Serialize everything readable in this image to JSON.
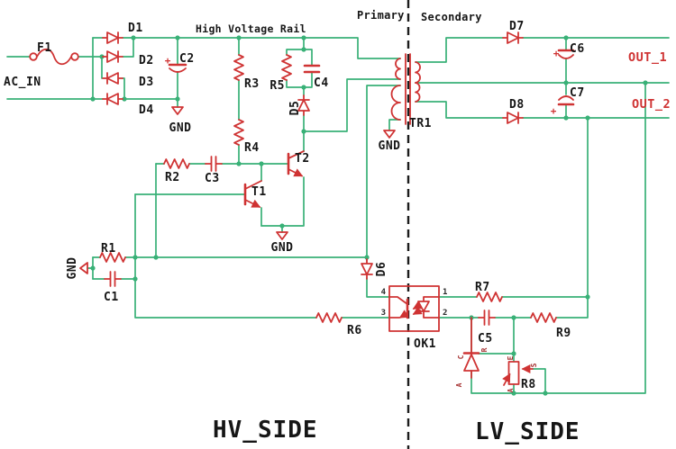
{
  "colors": {
    "background": "#ffffff",
    "wire": "#39b177",
    "component": "#cf3333",
    "ink": "#161616",
    "net_label": "#cf3333",
    "separator": "#1c1c1c",
    "pin_number": "#2b2b2b",
    "pin_letter": "#a63232"
  },
  "section_labels": {
    "high_voltage_rail": "High Voltage Rail",
    "primary": "Primary",
    "secondary": "Secondary",
    "hv_side": "HV_SIDE",
    "lv_side": "LV_SIDE"
  },
  "net_labels": {
    "ac_in": "AC_IN",
    "out_1": "OUT_1",
    "out_2": "OUT_2",
    "gnd": "GND"
  },
  "symbols": {
    "plus": "+"
  },
  "components": {
    "f1": "F1",
    "d1": "D1",
    "d2": "D2",
    "d3": "D3",
    "d4": "D4",
    "d5": "D5",
    "d6": "D6",
    "d7": "D7",
    "d8": "D8",
    "c1": "C1",
    "c2": "C2",
    "c3": "C3",
    "c4": "C4",
    "c5": "C5",
    "c6": "C6",
    "c7": "C7",
    "r1": "R1",
    "r2": "R2",
    "r3": "R3",
    "r4": "R4",
    "r5": "R5",
    "r6": "R6",
    "r7": "R7",
    "r8": "R8",
    "r9": "R9",
    "t1": "T1",
    "t2": "T2",
    "tr1": "TR1",
    "ok1": "OK1"
  },
  "pin_labels": {
    "opto_pin_4": "4",
    "opto_pin_3": "3",
    "opto_pin_1": "1",
    "opto_pin_2": "2",
    "tl431_cathode": "C",
    "tl431_anode": "A",
    "tl431_ref": "R",
    "pot_end": "E",
    "pot_wiper": "S",
    "pot_start": "A"
  }
}
